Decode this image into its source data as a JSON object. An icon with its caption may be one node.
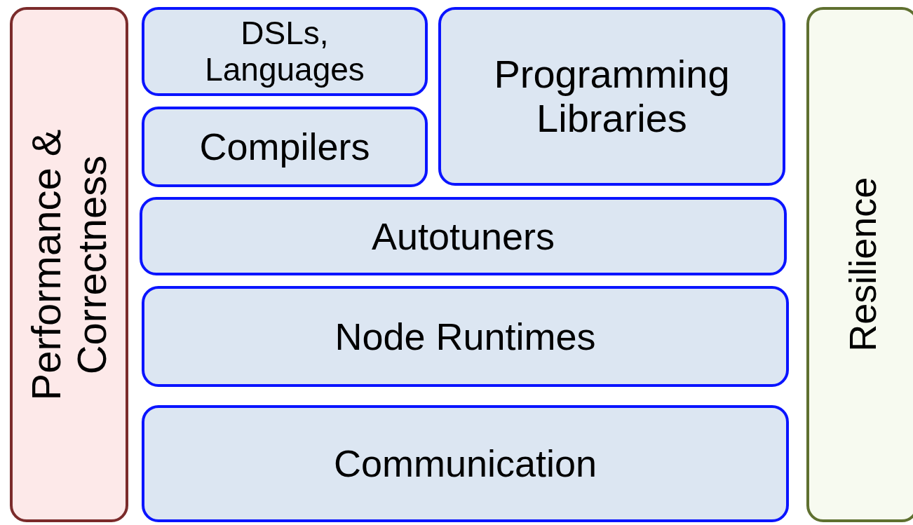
{
  "diagram": {
    "nodes": [
      {
        "text": [
          "Performance & Correctness"
        ]
      },
      {
        "text": [
          "DSLs, Languages"
        ]
      },
      {
        "text": [
          "Programming Libraries"
        ]
      },
      {
        "text": [
          "Compilers"
        ]
      },
      {
        "text": [
          "Autotuners"
        ]
      },
      {
        "text": [
          "Node Runtimes"
        ]
      },
      {
        "text": [
          "Communication"
        ]
      },
      {
        "text": [
          "Resilience"
        ]
      }
    ]
  }
}
